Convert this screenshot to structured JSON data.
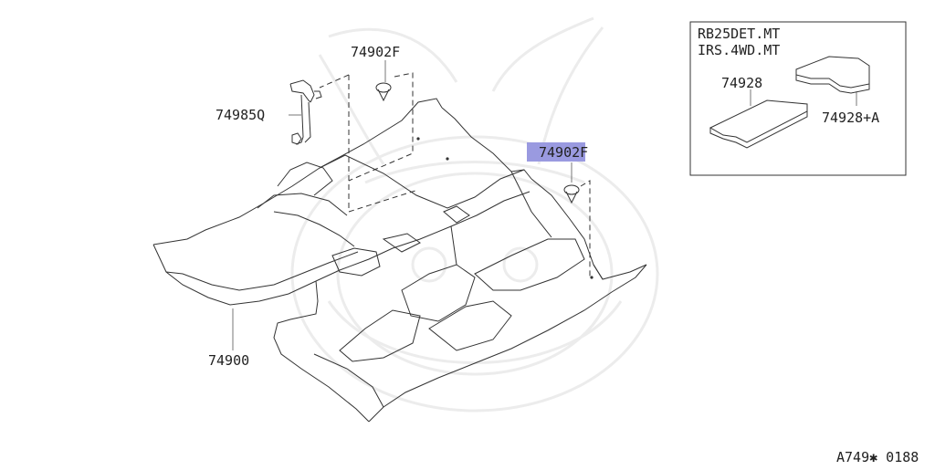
{
  "diagram": {
    "parts": {
      "floor_carpet": "74900",
      "clip_top": "74902F",
      "clip_highlighted": "74902F",
      "bracket": "74985Q",
      "inset_mat": "74928",
      "inset_mat_a": "74928+A"
    },
    "inset": {
      "line1": "RB25DET.MT",
      "line2": "IRS.4WD.MT"
    },
    "ref_code": "A749✱ 0188",
    "highlight_color": "#9a9ae0"
  }
}
